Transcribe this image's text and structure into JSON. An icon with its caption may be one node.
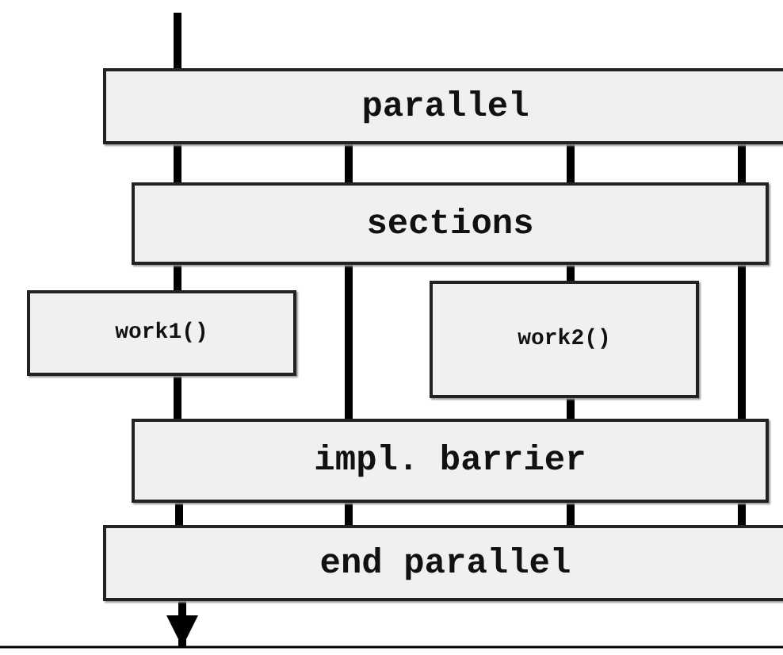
{
  "diagram": {
    "nodes": [
      {
        "text": [
          "parallel"
        ]
      },
      {
        "text": [
          "sections"
        ]
      },
      {
        "text": [
          "work1()"
        ]
      },
      {
        "text": [
          "work2()"
        ]
      },
      {
        "text": [
          "impl. barrier"
        ]
      },
      {
        "text": [
          "end parallel"
        ]
      }
    ],
    "edges": [
      {
        "from": null,
        "to": 0,
        "arrow": "none"
      },
      {
        "from": 0,
        "to": 1,
        "arrow": "none"
      },
      {
        "from": 0,
        "to": 1,
        "arrow": "none"
      },
      {
        "from": 0,
        "to": 1,
        "arrow": "none"
      },
      {
        "from": 0,
        "to": 1,
        "arrow": "none"
      },
      {
        "from": 1,
        "to": 2,
        "arrow": "none"
      },
      {
        "from": 1,
        "to": 4,
        "arrow": "none"
      },
      {
        "from": 1,
        "to": 3,
        "arrow": "none"
      },
      {
        "from": 1,
        "to": 4,
        "arrow": "none"
      },
      {
        "from": 2,
        "to": 4,
        "arrow": "none"
      },
      {
        "from": 3,
        "to": 4,
        "arrow": "none"
      },
      {
        "from": 4,
        "to": 5,
        "arrow": "none"
      },
      {
        "from": 4,
        "to": 5,
        "arrow": "none"
      },
      {
        "from": 4,
        "to": 5,
        "arrow": "none"
      },
      {
        "from": 4,
        "to": 5,
        "arrow": "none"
      },
      {
        "from": 5,
        "to": null,
        "arrow": "to"
      }
    ]
  }
}
